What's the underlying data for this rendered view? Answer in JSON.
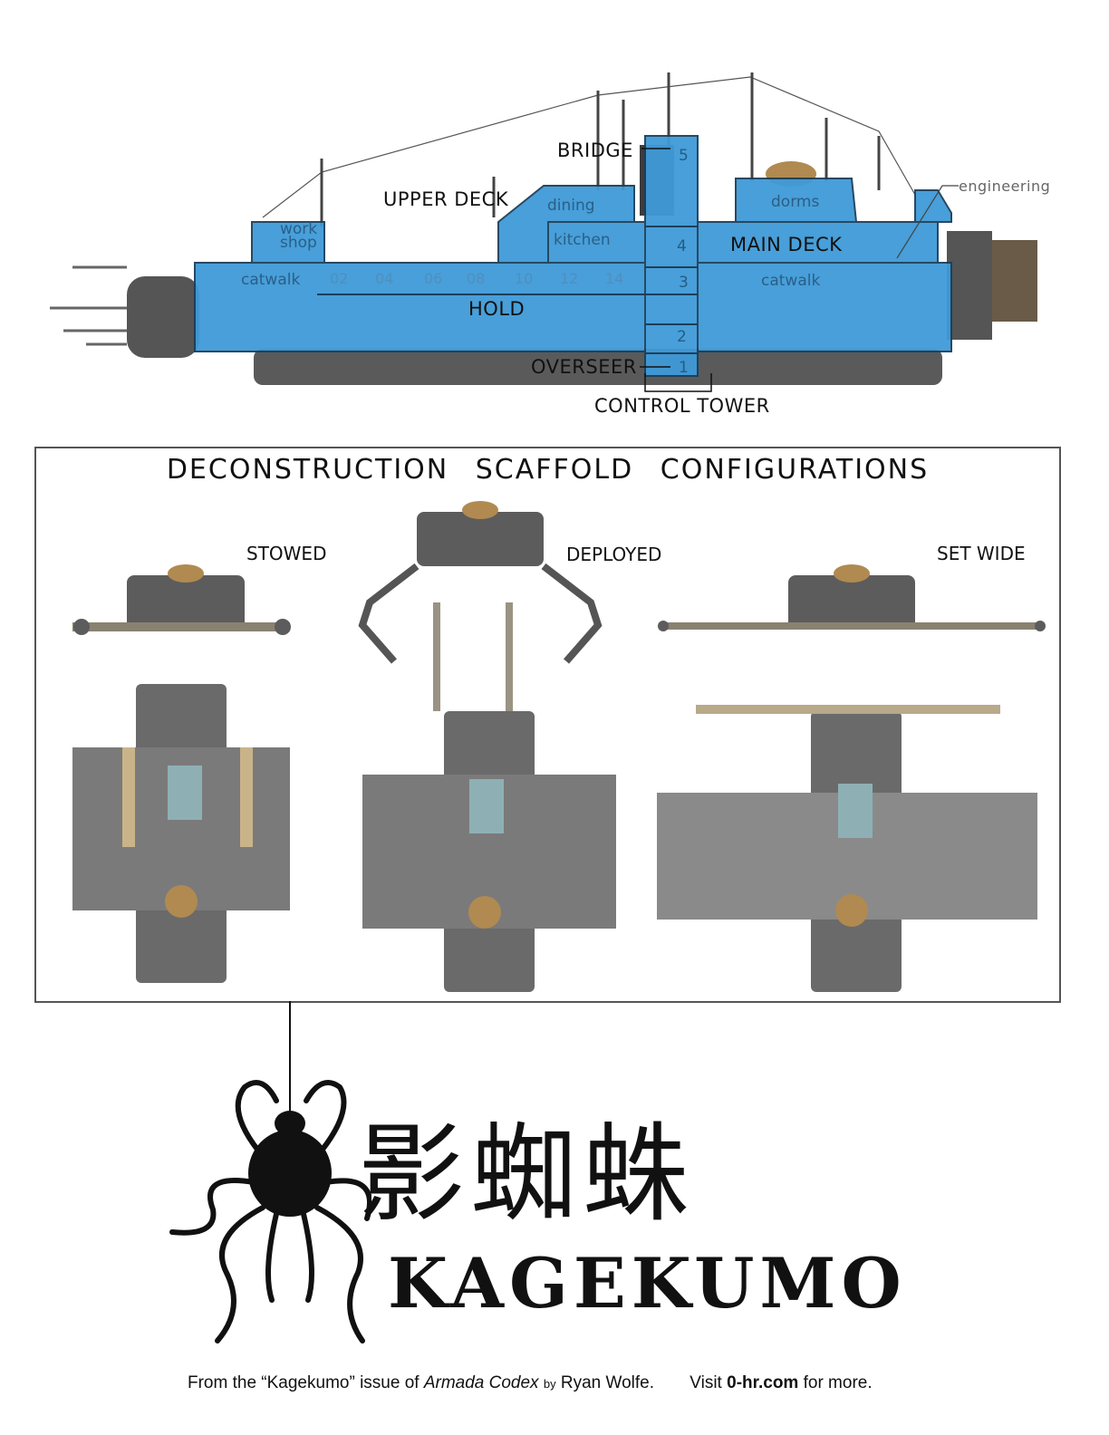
{
  "ship": {
    "labels": {
      "bridge": "BRIDGE",
      "upper_deck": "UPPER DECK",
      "main_deck": "MAIN DECK",
      "hold": "HOLD",
      "overseer": "OVERSEER",
      "control_tower": "CONTROL TOWER",
      "engineering": "engineering"
    },
    "rooms": {
      "work_shop_1": "work",
      "work_shop_2": "shop",
      "dining": "dining",
      "kitchen": "kitchen",
      "dorms": "dorms",
      "catwalk_fore": "catwalk",
      "catwalk_aft": "catwalk"
    },
    "tower_levels": [
      "5",
      "4",
      "3",
      "2",
      "1"
    ],
    "catwalk_bays": [
      "02",
      "04",
      "06",
      "08",
      "10",
      "12",
      "14"
    ]
  },
  "scaffold": {
    "title": "DECONSTRUCTION SCAFFOLD CONFIGURATIONS",
    "configs": [
      "STOWED",
      "DEPLOYED",
      "SET WIDE"
    ]
  },
  "logo": {
    "kanji": "影蜘蛛",
    "name": "KAGEKUMO"
  },
  "credit": {
    "prefix": "From the “Kagekumo” issue of ",
    "publication": "Armada Codex",
    "by": "by",
    "author": " Ryan Wolfe.",
    "visit": "Visit ",
    "site": "0-hr.com",
    "suffix": " for more."
  },
  "colors": {
    "deck_blue": "#3f9ad8",
    "metal": "#6a6a6a"
  }
}
